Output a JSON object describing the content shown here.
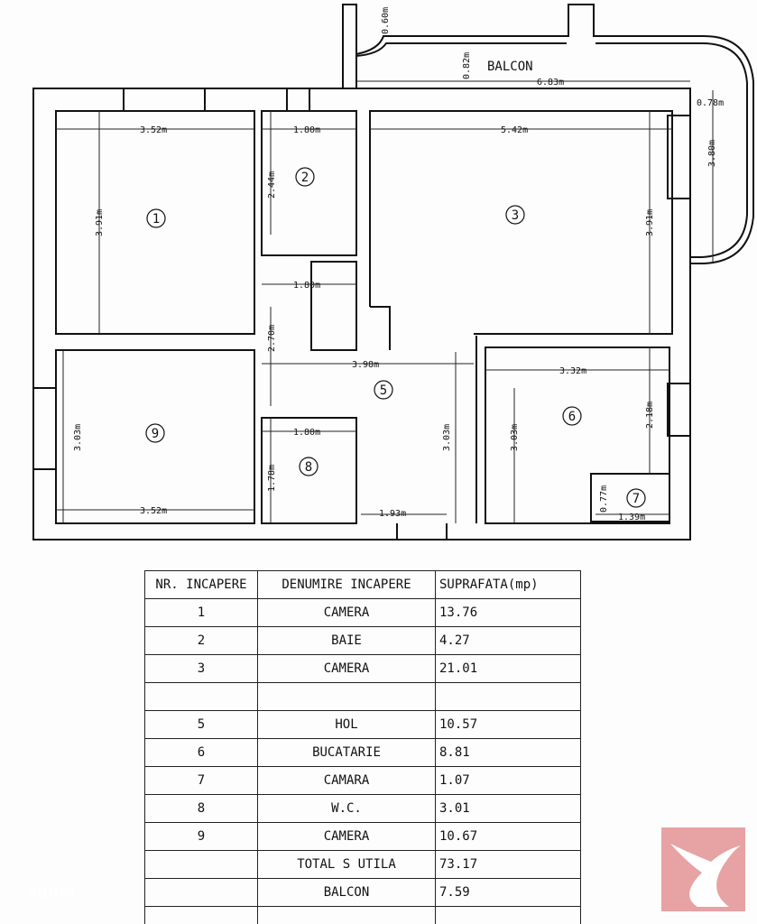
{
  "plan": {
    "balcony_label": "BALCON",
    "dimensions": {
      "balcony_width": "6.83m",
      "balcony_depth": "0.82m",
      "balcony_top": "0.60m",
      "balcony_side": "0.78m",
      "balcony_height": "3.80m",
      "r1_w": "3.52m",
      "r1_h": "3.91m",
      "r2_w": "1.80m",
      "r2_h": "2.44m",
      "r3_w": "5.42m",
      "r3_h": "3.91m",
      "hall_w1": "1.80m",
      "hall_h": "2.70m",
      "hall_w2": "3.98m",
      "hall_h2": "3.03m",
      "hall_w3": "1.93m",
      "r6_w": "3.32m",
      "r6_h": "3.03m",
      "r6_h2": "2.18m",
      "r7_h": "0.77m",
      "r7_w": "1.39m",
      "r8_w": "1.80m",
      "r8_h": "1.78m",
      "r9_w": "3.52m",
      "r9_h": "3.03m"
    },
    "room_numbers": [
      "1",
      "2",
      "3",
      "5",
      "6",
      "7",
      "8",
      "9"
    ]
  },
  "table": {
    "headers": [
      "NR. INCAPERE",
      "DENUMIRE INCAPERE",
      "SUPRAFATA(mp)"
    ],
    "rows": [
      [
        "1",
        "CAMERA",
        "13.76"
      ],
      [
        "2",
        "BAIE",
        "4.27"
      ],
      [
        "3",
        "CAMERA",
        "21.01"
      ],
      [
        "",
        "",
        ""
      ],
      [
        "5",
        "HOL",
        "10.57"
      ],
      [
        "6",
        "BUCATARIE",
        "8.81"
      ],
      [
        "7",
        "CAMARA",
        "1.07"
      ],
      [
        "8",
        "W.C.",
        "3.01"
      ],
      [
        "9",
        "CAMERA",
        "10.67"
      ],
      [
        "",
        "TOTAL S UTILA",
        "73.17"
      ],
      [
        "",
        "BALCON",
        "7.59"
      ],
      [
        "",
        "",
        ""
      ]
    ]
  },
  "watermark": "storia",
  "colors": {
    "logo": "#e7a2a4"
  }
}
